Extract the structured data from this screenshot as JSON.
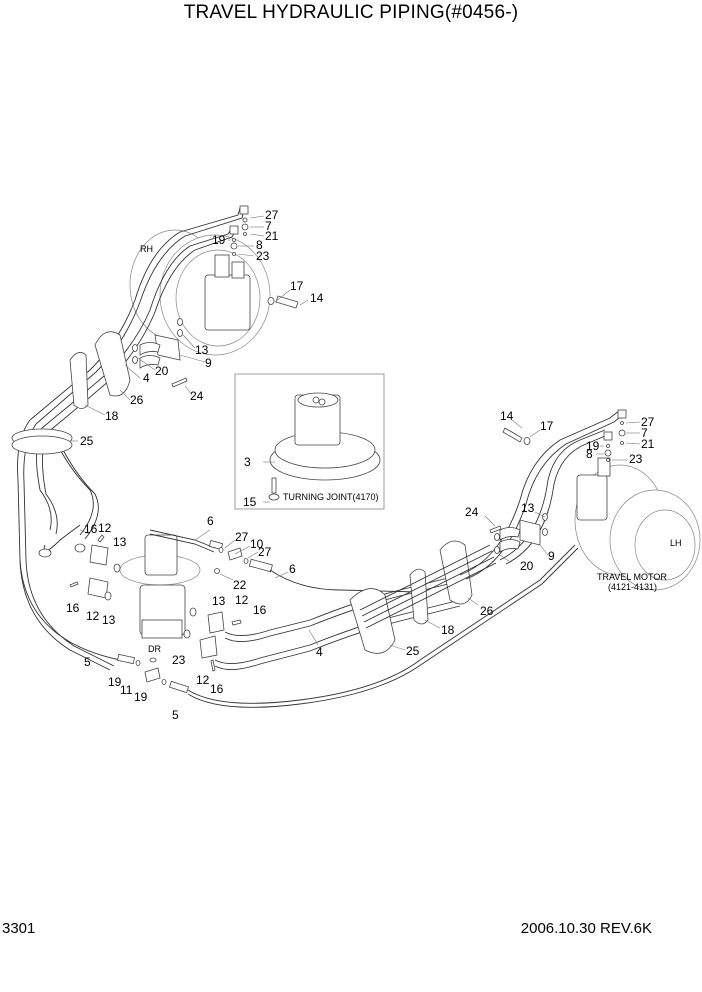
{
  "header": {
    "title": "TRAVEL HYDRAULIC PIPING(#0456-)"
  },
  "footer": {
    "page_number": "3301",
    "revision": "2006.10.30 REV.6K"
  },
  "inset": {
    "caption": "TURNING JOINT(4170)"
  },
  "motors": {
    "rh_label": "RH",
    "lh_label": "LH",
    "lh_caption": "TRAVEL MOTOR",
    "lh_caption_sub": "(4121-4131)",
    "dr_label": "DR"
  },
  "callouts": [
    {
      "id": "rh-27",
      "text": "27"
    },
    {
      "id": "rh-7",
      "text": "7"
    },
    {
      "id": "rh-21",
      "text": "21"
    },
    {
      "id": "rh-19",
      "text": "19"
    },
    {
      "id": "rh-8",
      "text": "8"
    },
    {
      "id": "rh-23",
      "text": "23"
    },
    {
      "id": "rh-17",
      "text": "17"
    },
    {
      "id": "rh-14",
      "text": "14"
    },
    {
      "id": "rh-13",
      "text": "13"
    },
    {
      "id": "rh-9",
      "text": "9"
    },
    {
      "id": "rh-20",
      "text": "20"
    },
    {
      "id": "rh-4",
      "text": "4"
    },
    {
      "id": "rh-24",
      "text": "24"
    },
    {
      "id": "rh-26",
      "text": "26"
    },
    {
      "id": "rh-18",
      "text": "18"
    },
    {
      "id": "l-25",
      "text": "25"
    },
    {
      "id": "tj-3",
      "text": "3"
    },
    {
      "id": "tj-15",
      "text": "15"
    },
    {
      "id": "lh-14",
      "text": "14"
    },
    {
      "id": "lh-17",
      "text": "17"
    },
    {
      "id": "lh-27",
      "text": "27"
    },
    {
      "id": "lh-7",
      "text": "7"
    },
    {
      "id": "lh-19",
      "text": "19"
    },
    {
      "id": "lh-21",
      "text": "21"
    },
    {
      "id": "lh-8",
      "text": "8"
    },
    {
      "id": "lh-23",
      "text": "23"
    },
    {
      "id": "lh-24",
      "text": "24"
    },
    {
      "id": "lh-13",
      "text": "13"
    },
    {
      "id": "lh-9",
      "text": "9"
    },
    {
      "id": "lh-20",
      "text": "20"
    },
    {
      "id": "lh-26",
      "text": "26"
    },
    {
      "id": "lh-18",
      "text": "18"
    },
    {
      "id": "lh-25",
      "text": "25"
    },
    {
      "id": "c-6a",
      "text": "6"
    },
    {
      "id": "c-27a",
      "text": "27"
    },
    {
      "id": "c-10",
      "text": "10"
    },
    {
      "id": "c-27b",
      "text": "27"
    },
    {
      "id": "c-22",
      "text": "22"
    },
    {
      "id": "c-6b",
      "text": "6"
    },
    {
      "id": "c-16a",
      "text": "16"
    },
    {
      "id": "c-12a",
      "text": "12"
    },
    {
      "id": "c-13a",
      "text": "13"
    },
    {
      "id": "c-16b",
      "text": "16"
    },
    {
      "id": "c-12b",
      "text": "12"
    },
    {
      "id": "c-13b",
      "text": "13"
    },
    {
      "id": "c-13c",
      "text": "13"
    },
    {
      "id": "c-12c",
      "text": "12"
    },
    {
      "id": "c-16c",
      "text": "16"
    },
    {
      "id": "c-4",
      "text": "4"
    },
    {
      "id": "c-12d",
      "text": "12"
    },
    {
      "id": "c-16d",
      "text": "16"
    },
    {
      "id": "c-5a",
      "text": "5"
    },
    {
      "id": "c-23",
      "text": "23"
    },
    {
      "id": "c-19a",
      "text": "19"
    },
    {
      "id": "c-11",
      "text": "11"
    },
    {
      "id": "c-19b",
      "text": "19"
    },
    {
      "id": "c-5b",
      "text": "5"
    }
  ]
}
